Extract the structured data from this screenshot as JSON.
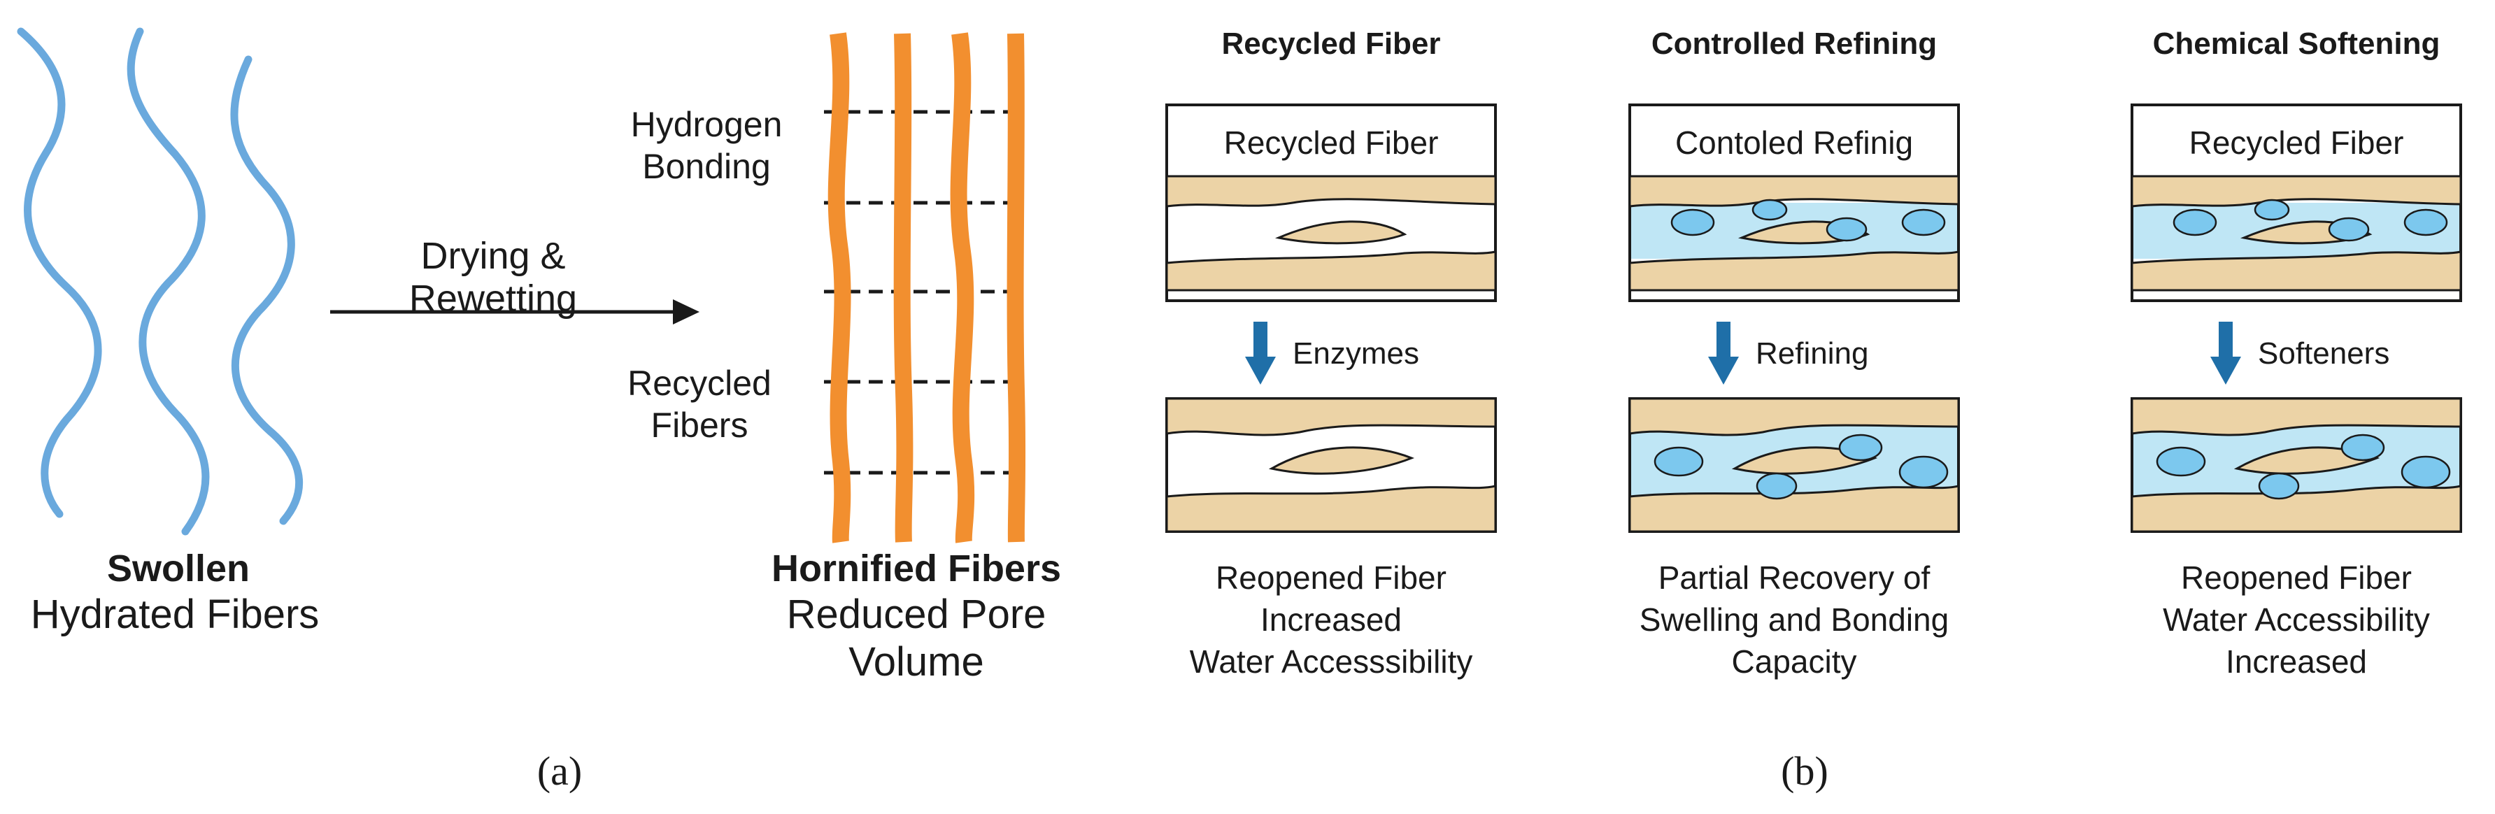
{
  "panel_a": {
    "left_label_title": "Swollen",
    "left_label_sub": "Hydrated Fibers",
    "arrow_label_line1": "Drying &",
    "arrow_label_line2": "Rewetting",
    "bonding_label_line1": "Hydrogen",
    "bonding_label_line2": "Bonding",
    "recycled_label_line1": "Recycled",
    "recycled_label_line2": "Fibers",
    "right_label_title": "Hornified Fibers",
    "right_label_sub1": "Reduced Pore",
    "right_label_sub2": "Volume",
    "caption": "(a)"
  },
  "panel_b": {
    "caption": "(b)",
    "columns": [
      {
        "heading": "Recycled Fiber",
        "box_label": "Recycled Fiber",
        "treatment": "Enzymes",
        "result_lines": [
          "Reopened Fiber",
          "Increased",
          "Water Accesssibility"
        ]
      },
      {
        "heading": "Controlled Refining",
        "box_label": "Contoled Refinig",
        "treatment": "Refining",
        "result_lines": [
          "Partial Recovery of",
          "Swelling and Bonding",
          "Capacity"
        ]
      },
      {
        "heading": "Chemical Softening",
        "box_label": "Recycled Fiber",
        "treatment": "Softeners",
        "result_lines": [
          "Reopened Fiber",
          "Water Accessibility",
          "Increased"
        ]
      }
    ]
  },
  "colors": {
    "swollen_fiber": "#6aa9dd",
    "hornified_fiber": "#f28f2f",
    "fiber_tan": "#ecd3a6",
    "fiber_outline": "#1a1a1a",
    "water": "#bfe6f5",
    "pore": "#7cc8ee",
    "arrow_blue": "#1f6fa8"
  }
}
